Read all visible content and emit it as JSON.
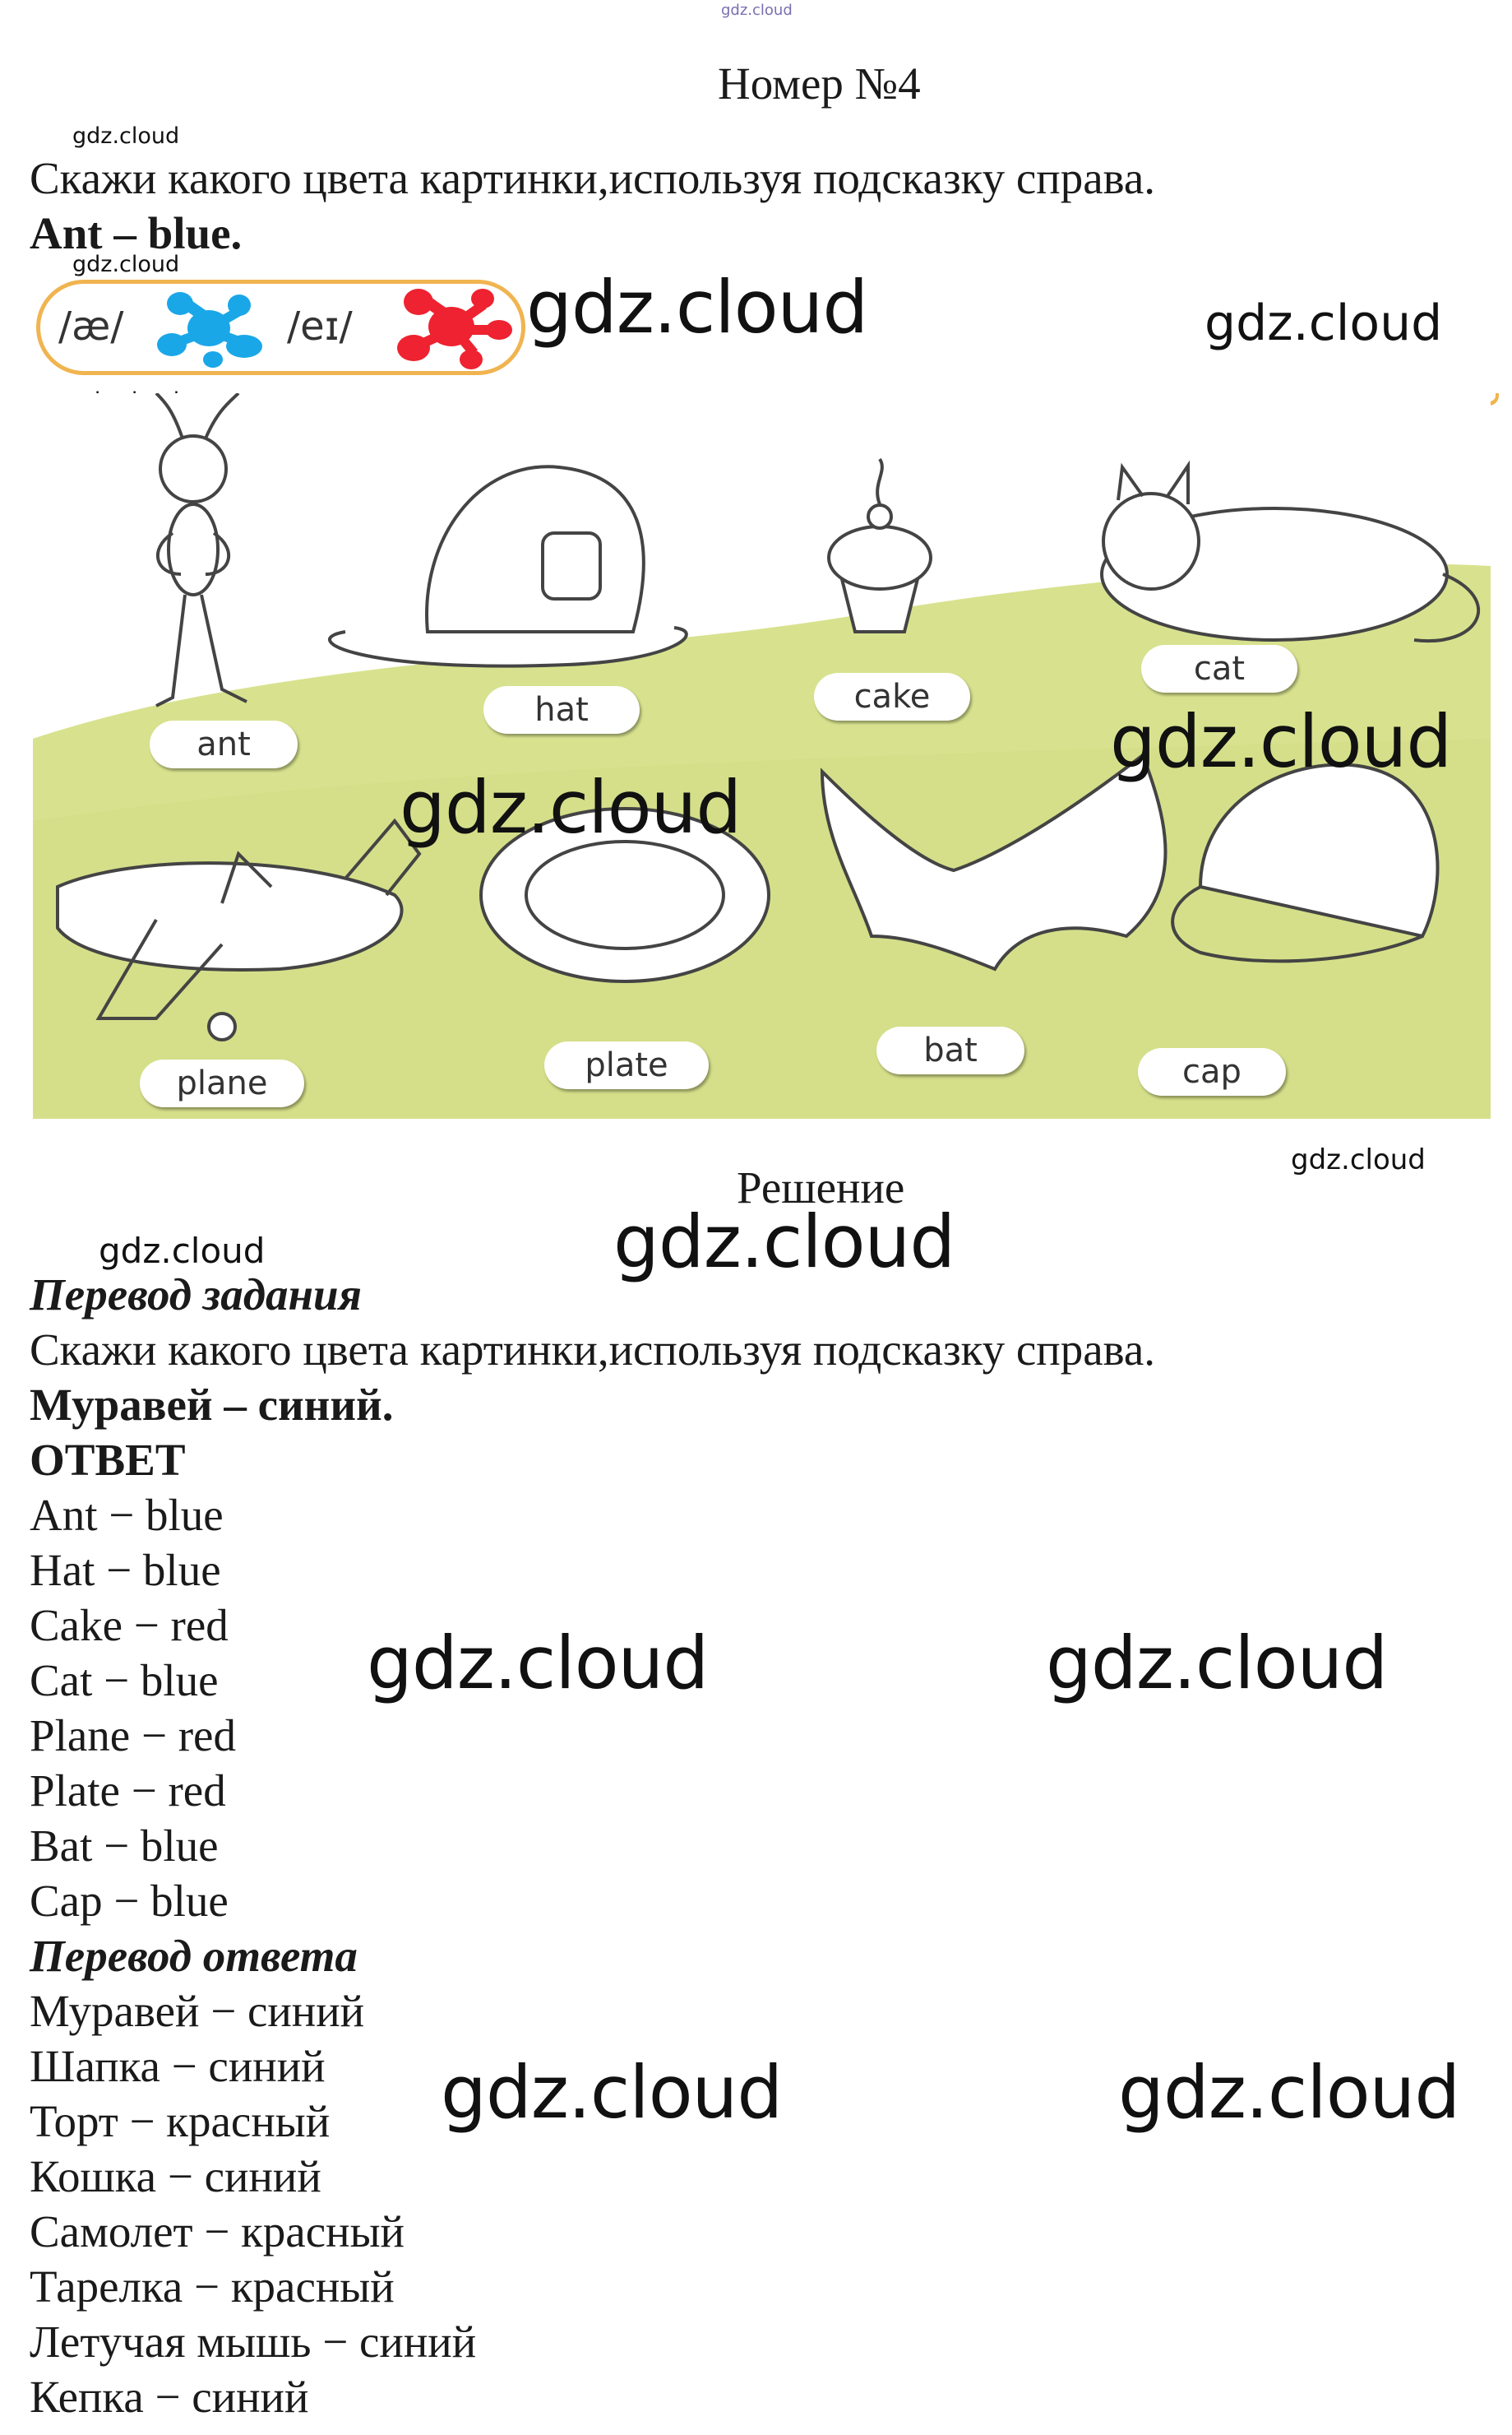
{
  "watermark": {
    "small": "gdz.cloud",
    "big": "gdz.cloud",
    "tiny_top": "gdz.cloud"
  },
  "task": {
    "heading": "Номер №4",
    "instruction": "Скажи какого цвета картинки,используя подсказку справа.",
    "example": "Ant – blue."
  },
  "hint": {
    "sound_a": "/æ/",
    "sound_ei": "/eɪ/",
    "color_a": "#1aa7e8",
    "color_ei": "#ee2230"
  },
  "picture": {
    "labels": [
      "ant",
      "hat",
      "cake",
      "cat",
      "plane",
      "plate",
      "bat",
      "cap"
    ],
    "grass_color": "#d6e08a"
  },
  "solution": {
    "heading": "Решение",
    "translation_heading": "Перевод задания",
    "translation_instruction": "Скажи какого цвета картинки,используя подсказку справа.",
    "translation_example": "Муравей – синий.",
    "answer_heading": "ОТВЕТ",
    "answers": [
      "Ant − blue",
      "Hat − blue",
      "Cake − red",
      "Cat − blue",
      "Plane − red",
      "Plate − red",
      "Bat − blue",
      "Cap − blue"
    ],
    "answer_translation_heading": "Перевод ответа",
    "answer_translations": [
      "Муравей − синий",
      "Шапка − синий",
      "Торт − красный",
      "Кошка − синий",
      "Самолет − красный",
      "Тарелка − красный",
      "Летучая мышь − синий",
      "Кепка − синий"
    ]
  }
}
